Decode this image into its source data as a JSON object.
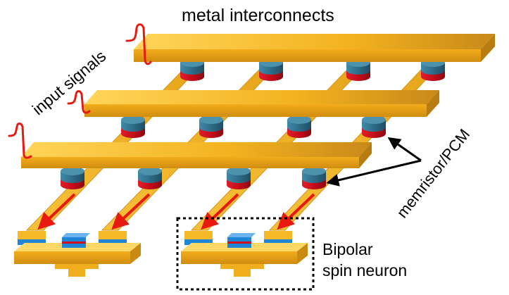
{
  "labels": {
    "title": "metal interconnects",
    "input": "input signals",
    "memristor": "memristor/PCM",
    "neuron_line1": "Bipolar",
    "neuron_line2": "spin neuron"
  },
  "colors": {
    "gold": "#f3b21f",
    "gold_dark": "#c98a12",
    "gold_light": "#ffd560",
    "red": "#cc0f1d",
    "teal": "#2f6e8a",
    "blue": "#1f86d6",
    "arrow_red": "#e81a10",
    "black": "#000000"
  },
  "diagram": {
    "rows": 3,
    "columns": 4,
    "neurons": 2
  }
}
